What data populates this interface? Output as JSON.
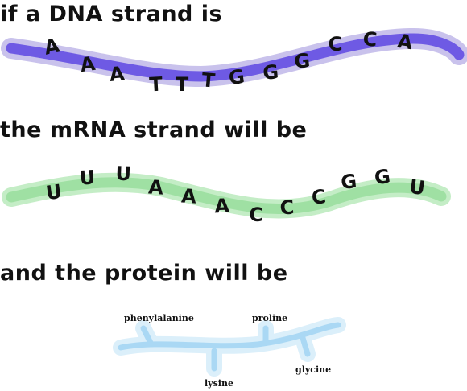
{
  "dna": {
    "heading": "if a DNA strand is",
    "bases": [
      "A",
      "A",
      "A",
      "T",
      "T",
      "T",
      "G",
      "G",
      "G",
      "C",
      "C",
      "A"
    ],
    "color_outer": "#c9c2ec",
    "color_inner": "#6e5ae4"
  },
  "mrna": {
    "heading": "the mRNA strand will be",
    "bases": [
      "U",
      "U",
      "U",
      "A",
      "A",
      "A",
      "C",
      "C",
      "C",
      "G",
      "G",
      "U"
    ],
    "color_outer": "#c4edc6",
    "color_inner": "#9fe0a3"
  },
  "protein": {
    "heading": "and the protein will be",
    "amino_acids": [
      "phenylalanine",
      "proline",
      "lysine",
      "glycine"
    ],
    "color_outer": "#dbeffa",
    "color_inner": "#aad8f4"
  }
}
